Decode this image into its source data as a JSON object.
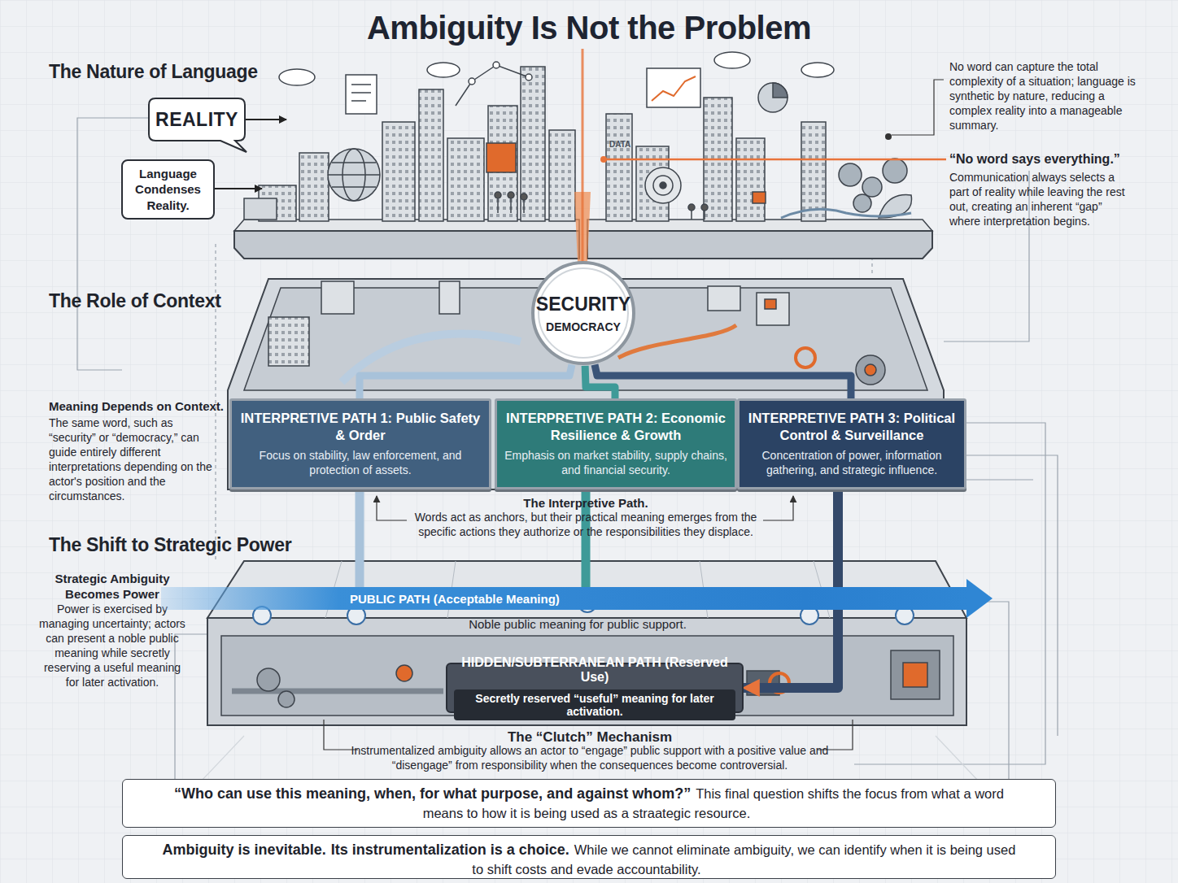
{
  "diagram": {
    "title": "Ambiguity Is Not the Problem",
    "nodes": [
      {
        "text": [
          "REALITY"
        ]
      },
      {
        "text": [
          "Language Condenses Reality."
        ]
      },
      {
        "text": [
          "SECURITY",
          "DEMOCRACY"
        ]
      },
      {
        "text": [
          "INTERPRETIVE PATH 1: Public Safety & Order",
          "Focus on stability, law enforcement, and protection of assets."
        ]
      },
      {
        "text": [
          "INTERPRETIVE PATH 2: Economic Resilience & Growth",
          "Emphasis on market stability, supply chains, and financial security."
        ]
      },
      {
        "text": [
          "INTERPRETIVE PATH 3: Political Control & Surveillance",
          "Concentration of power, information gathering, and strategic influence."
        ]
      },
      {
        "text": [
          "PUBLIC PATH (Acceptable Meaning)"
        ]
      },
      {
        "text": [
          "HIDDEN/SUBTERRANEAN PATH (Reserved Use)",
          "Secretly reserved “useful” meaning for later activation."
        ]
      },
      {
        "text": [
          "“Who can use this meaning, when, for what purpose, and against whom?”",
          "This final question shifts the focus from what a word means to how it is being used as a straategic resource."
        ]
      },
      {
        "text": [
          "Ambiguity is inevitable.",
          "Its instrumentalization is a choice.",
          "While we cannot eliminate ambiguity, we can identify when it is being used to shift costs and evade accountability."
        ]
      }
    ],
    "edges": [
      {
        "from": 2,
        "to": 3,
        "arrow": "none"
      },
      {
        "from": 2,
        "to": 4,
        "arrow": "none"
      },
      {
        "from": 2,
        "to": 5,
        "arrow": "none"
      },
      {
        "from": 3,
        "to": 6,
        "arrow": "none"
      },
      {
        "from": 4,
        "to": 6,
        "arrow": "none"
      },
      {
        "from": 5,
        "to": 7,
        "arrow": "to"
      }
    ],
    "labels": [
      "The Nature of Language",
      "No word can capture the total complexity of a situation; language is synthetic by nature, reducing a complex reality into a manageable summary.",
      "“No word says everything.”",
      "Communication always selects a part of reality while leaving the rest out, creating an inherent “gap” where interpretation begins.",
      "DATA",
      "The Role of Context",
      "Meaning Depends on Context.",
      "The same word, such as “security” or “democracy,” can guide entirely different interpretations depending on the actor's position and the circumstances.",
      "The Interpretive Path.",
      "Words act as anchors, but their practical meaning emerges from the specific actions they authorize or the responsibilities they displace.",
      "The Shift to Strategic Power",
      "Strategic Ambiguity Becomes Power",
      "Power is exercised by managing uncertainty; actors can present a noble public meaning while secretly reserving a useful meaning for later activation.",
      "Noble public meaning for public support.",
      "The “Clutch” Mechanism",
      "Instrumentalized ambiguity allows an actor to “engage” public support with a positive value and “disengage” from responsibility when the consequences become controversial."
    ]
  }
}
